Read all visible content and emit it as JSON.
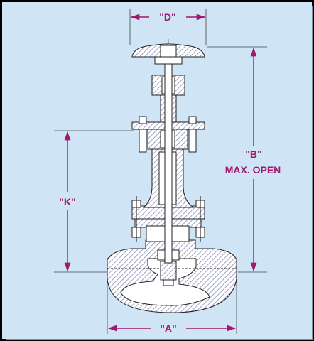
{
  "labels": {
    "d": "\"D\"",
    "b": "\"B\"",
    "b_sub": "MAX. OPEN",
    "k": "\"K\"",
    "a": "\"A\""
  },
  "colors": {
    "background": "#cfe4f5",
    "dimension": "#a0186f",
    "hatch": "#8c8fb4"
  }
}
